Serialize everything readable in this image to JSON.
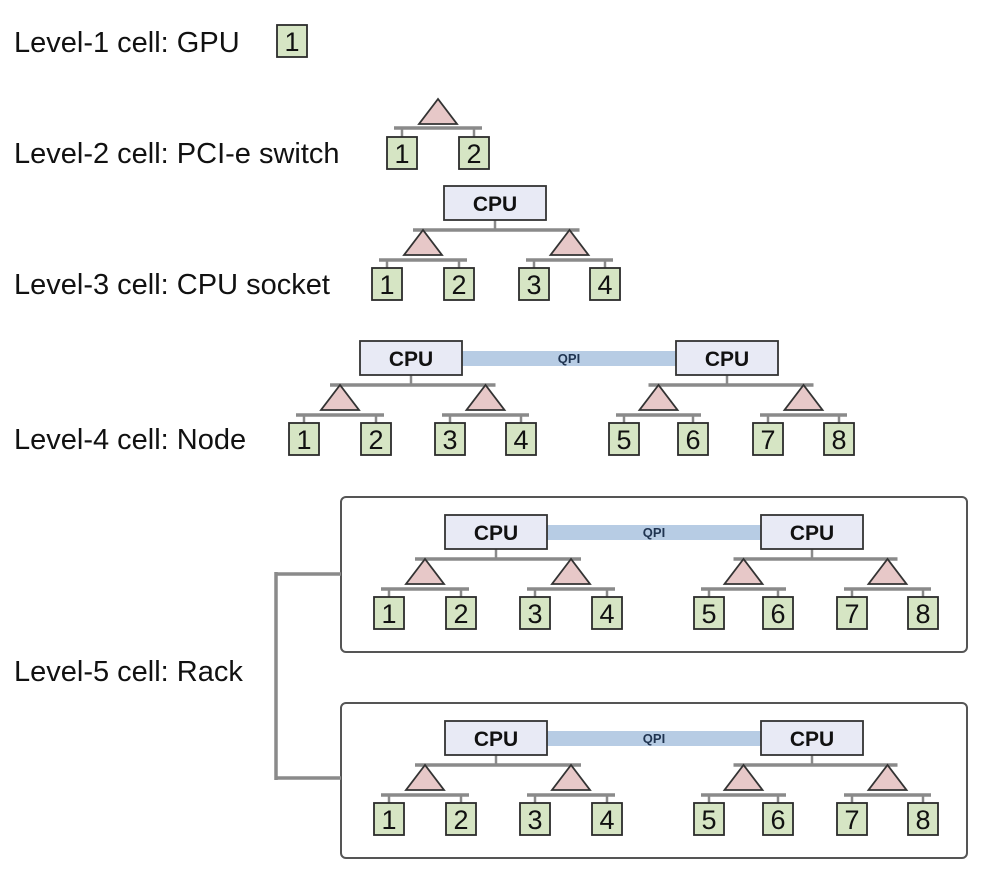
{
  "levels": [
    {
      "label": "Level-1 cell: GPU"
    },
    {
      "label": "Level-2 cell: PCI-e switch"
    },
    {
      "label": "Level-3 cell: CPU socket"
    },
    {
      "label": "Level-4 cell: Node"
    },
    {
      "label": "Level-5 cell: Rack"
    }
  ],
  "cpu_label": "CPU",
  "qpi_label": "QPI",
  "gpu_ids": [
    "1",
    "2",
    "3",
    "4",
    "5",
    "6",
    "7",
    "8"
  ],
  "colors": {
    "gpu_fill": "#d6e5c4",
    "gpu_stroke": "#2b2b2b",
    "cpu_fill": "#e8eaf5",
    "cpu_stroke": "#333333",
    "switch_fill": "#e7c8c8",
    "switch_stroke": "#333333",
    "qpi_fill": "#b7cce4",
    "wire": "#8a8a8a",
    "rack_border": "#555555"
  }
}
